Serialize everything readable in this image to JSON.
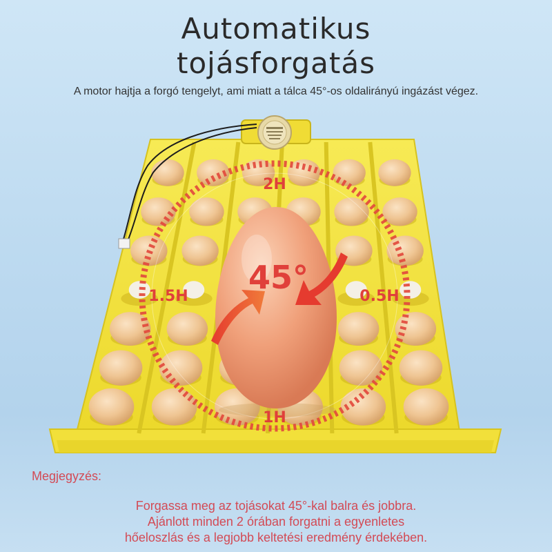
{
  "title": {
    "line1": "Automatikus",
    "line2": "tojásforgatás"
  },
  "subtitle": "A motor hajtja a forgó tengelyt, ami miatt a tálca 45°-os oldalirányú ingázást végez.",
  "diagram": {
    "angle_label": "45°",
    "clock_labels": {
      "top": "2H",
      "right": "0.5H",
      "bottom": "1H",
      "left": "1.5H"
    }
  },
  "note": {
    "heading": "Megjegyzés:",
    "lines": [
      "Forgassa meg az tojásokat 45°-kal balra és jobbra.",
      "Ajánlott minden 2 órában forgatni a egyenletes",
      "hőeloszlás és a legjobb keltetési eredmény érdekében."
    ]
  },
  "colors": {
    "tray": "#f6e63a",
    "accent": "#e0403a",
    "note_text": "#d34a55"
  }
}
